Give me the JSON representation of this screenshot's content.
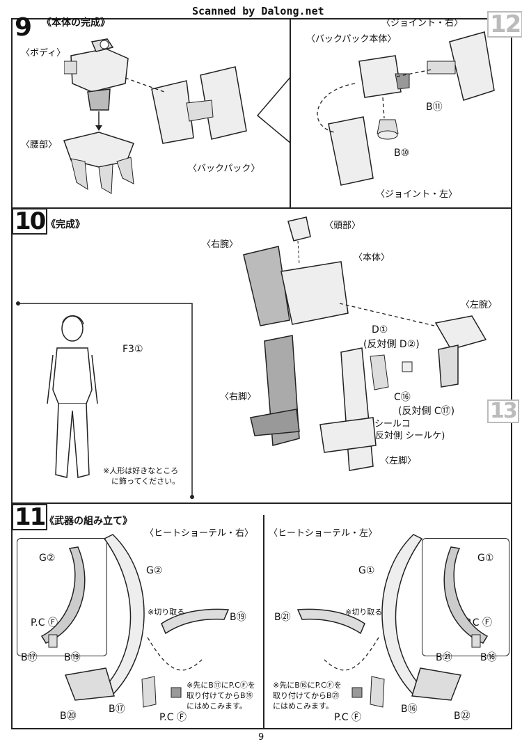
{
  "header": {
    "scanner_credit": "Scanned by Dalong.net"
  },
  "step9": {
    "number": "9",
    "title": "《本体の完成》",
    "labels": {
      "body": "〈ボディ〉",
      "waist": "〈腰部〉",
      "backpack": "〈バックパック〉"
    }
  },
  "step12": {
    "number": "12",
    "labels": {
      "joint_right": "〈ジョイント・右〉",
      "backpack_body": "〈バックパック本体〉",
      "joint_left": "〈ジョイント・左〉",
      "part_b11": "B⑪",
      "part_b10": "B⑩"
    }
  },
  "step10": {
    "number": "10",
    "title": "《完成》",
    "labels": {
      "head": "〈頭部〉",
      "right_arm": "〈右腕〉",
      "main_body": "〈本体〉",
      "left_arm": "〈左腕〉",
      "right_leg": "〈右脚〉",
      "left_leg": "〈左脚〉",
      "part_f3": "F3①",
      "part_d1": "D①",
      "opposite_d2": "(反対側 D②)",
      "part_c16": "C⑯",
      "opposite_c17": "(反対側 C⑰)",
      "seal_ko": "シールコ",
      "opposite_seal_ke": "(反対側 シールケ)"
    },
    "figure_note": [
      "※人形は好きなところ",
      "に飾ってください。"
    ]
  },
  "step13": {
    "number": "13"
  },
  "step11": {
    "number": "11",
    "title": "《武器の組み立て》",
    "right": {
      "title": "〈ヒートショーテル・右〉",
      "g2_inset": "G②",
      "g2_main": "G②",
      "pc_f_inset": "P.C Ⓕ",
      "b17_inset": "B⑰",
      "b19_inset": "B⑲",
      "cut_note": "※切り取る",
      "b19_main": "B⑲",
      "b20": "B⑳",
      "b17_main": "B⑰",
      "pc_f_main": "P.C Ⓕ",
      "note": [
        "※先にB⑰にP.CⒻを",
        "取り付けてからB⑲",
        "にはめこみます。"
      ]
    },
    "left": {
      "title": "〈ヒートショーテル・左〉",
      "g1_main": "G①",
      "g1_inset": "G①",
      "b21_main": "B㉑",
      "cut_note": "※切り取る",
      "pc_f_inset": "P.C Ⓕ",
      "b21_inset": "B㉑",
      "b16_inset": "B⑯",
      "pc_f_main": "P.C Ⓕ",
      "b16_main": "B⑯",
      "b22": "B㉒",
      "note": [
        "※先にB⑯にP.CⒻを",
        "取り付けてからB㉑",
        "にはめこみます。"
      ]
    }
  },
  "footer": {
    "page_number": "9"
  }
}
